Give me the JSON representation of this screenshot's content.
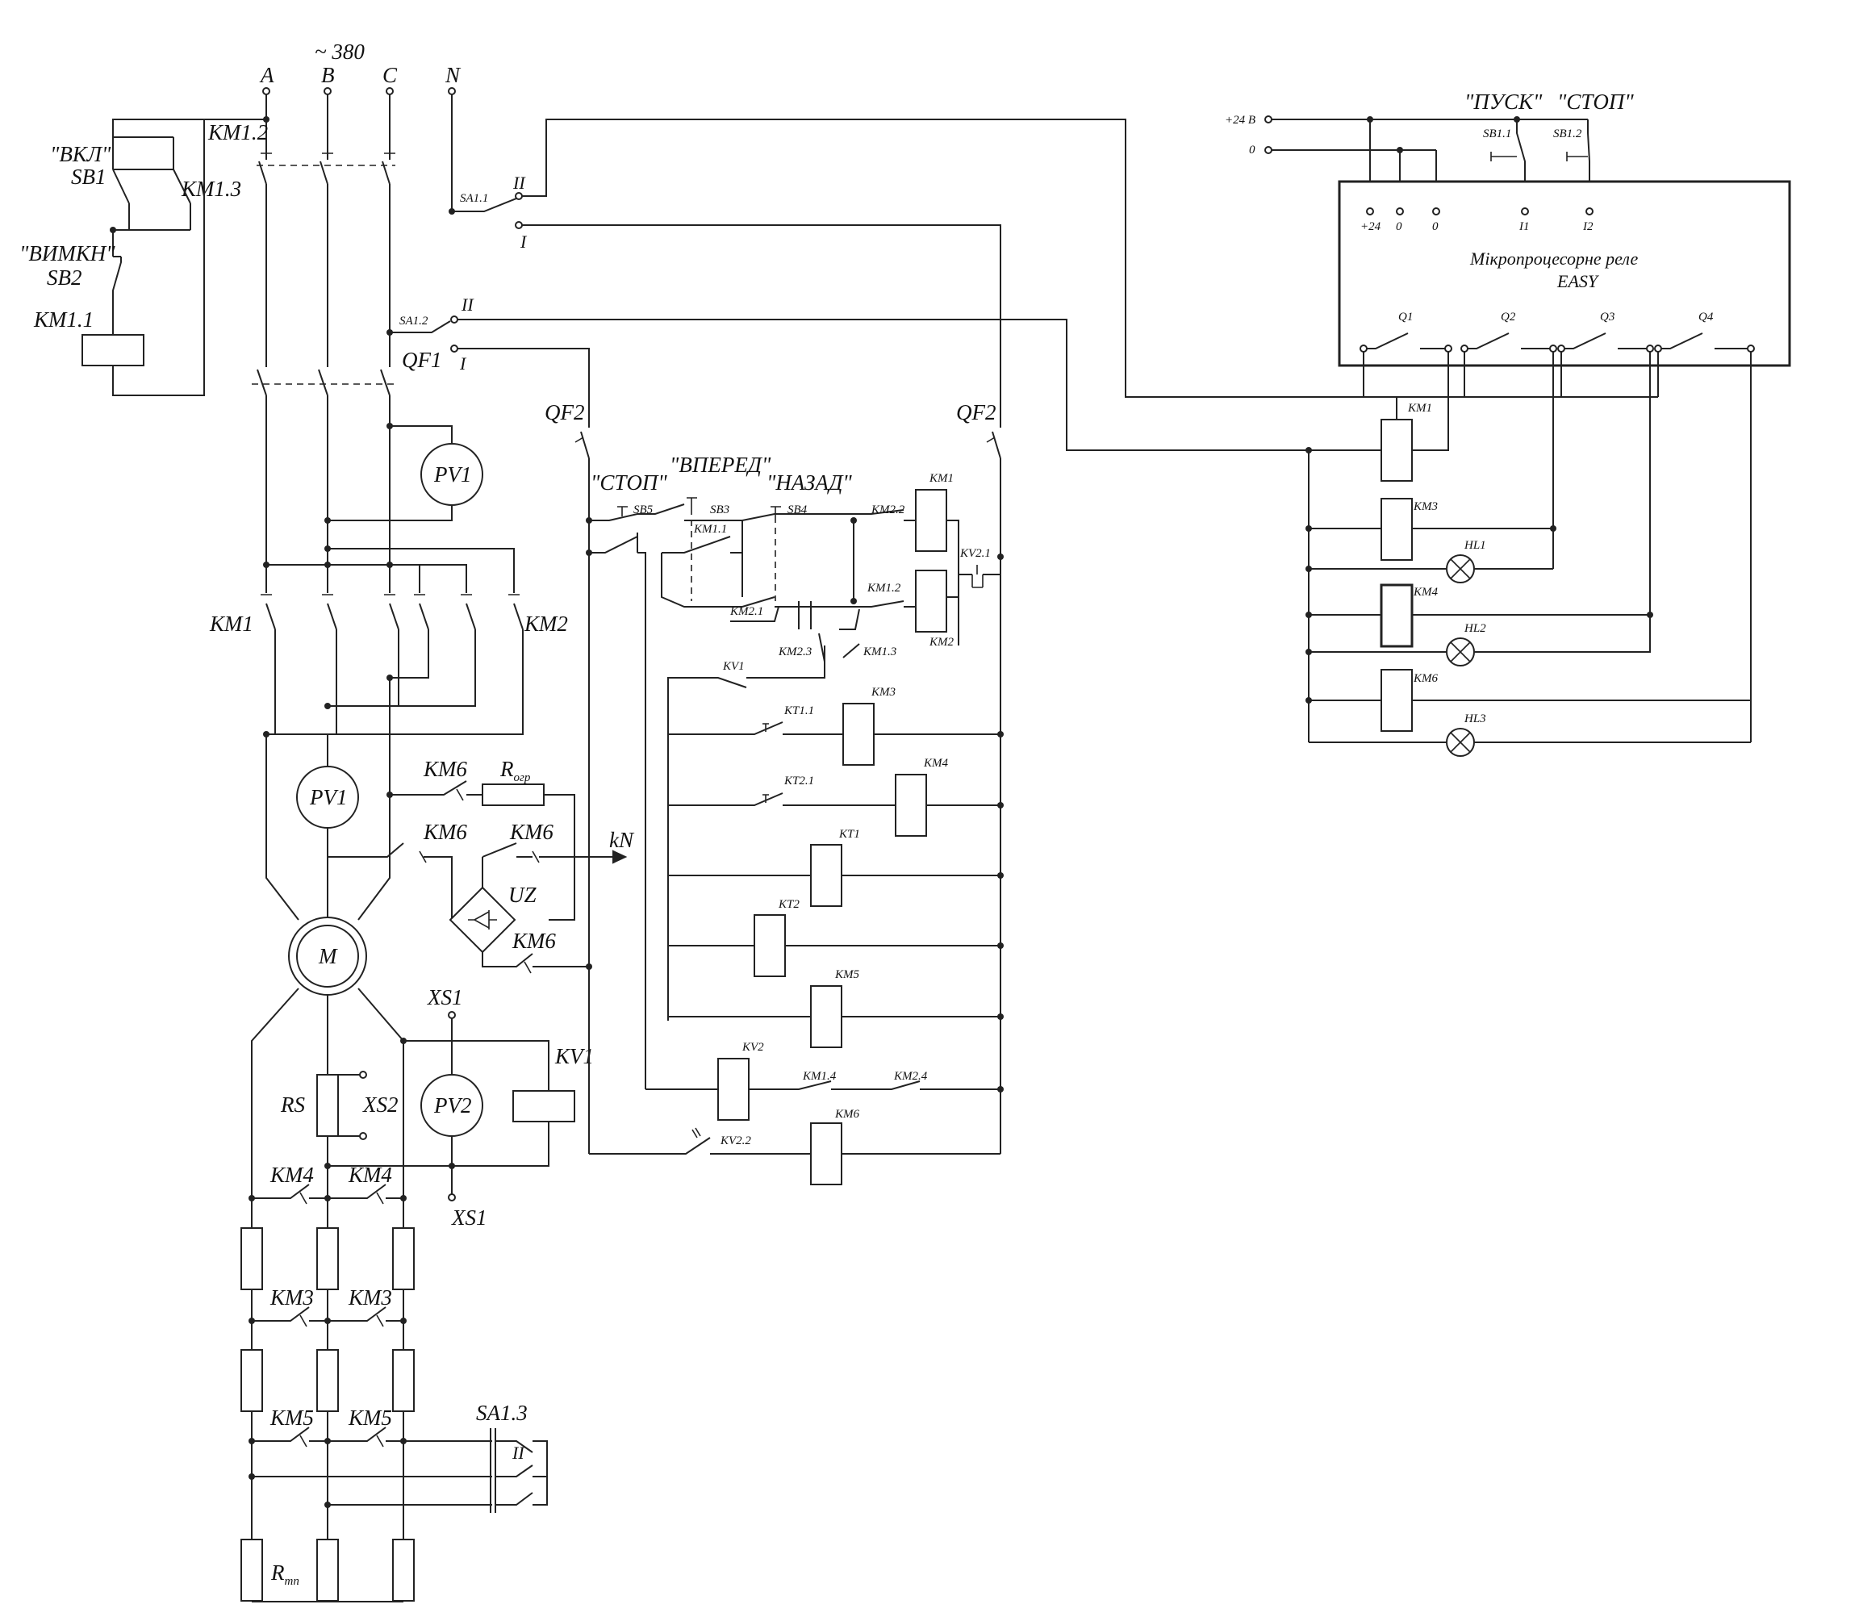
{
  "supply": {
    "voltage": "~ 380",
    "phases": [
      "A",
      "B",
      "C",
      "N"
    ]
  },
  "power_circuit": {
    "km1_2": "КМ1.2",
    "qf1": "QF1",
    "sa1_1": "SA1.1",
    "sa1_2": "SA1.2",
    "pos1": "I",
    "pos2": "II",
    "km1": "КМ1",
    "km2": "КМ2",
    "pv1_top": "PV1",
    "pv1_mid": "PV1",
    "motor": "M",
    "km6_a": "КМ6",
    "km6_b": "КМ6",
    "km6_c": "КМ6",
    "km6_d": "КМ6",
    "r_ogr_main": "R",
    "r_ogr_sub": "огр",
    "uz": "UZ",
    "kn": "kN",
    "xs1_top": "XS1",
    "xs1_bottom": "XS1",
    "xs2": "XS2",
    "rs": "RS",
    "pv2": "PV2",
    "kv1": "KV1",
    "km4_a": "КМ4",
    "km4_b": "КМ4",
    "km3_a": "КМ3",
    "km3_b": "КМ3",
    "km5_a": "КМ5",
    "km5_b": "КМ5",
    "sa1_3": "SA1.3",
    "r_tp_main": "R",
    "r_tp_sub": "тп"
  },
  "start_circuit": {
    "vkl": "\"ВКЛ\"",
    "sb1": "SB1",
    "km1_3": "КМ1.3",
    "vymkn": "\"ВИМКН\"",
    "sb2": "SB2",
    "km1_1": "КМ1.1"
  },
  "control_circuit": {
    "qf2_left": "QF2",
    "qf2_right": "QF2",
    "stop": "\"СТОП\"",
    "vpered": "\"ВПЕРЕД\"",
    "nazad": "\"НАЗАД\"",
    "sb5": "SB5",
    "sb3": "SB3",
    "sb4": "SB4",
    "km1_1": "KM1.1",
    "km2_2": "KM2.2",
    "km1": "KM1",
    "kv2_1": "KV2.1",
    "km2_1": "KM2.1",
    "km1_2": "KM1.2",
    "km2": "KM2",
    "km2_3": "KM2.3",
    "km1_3": "KM1.3",
    "kv1": "KV1",
    "kt1_1": "KT1.1",
    "km3": "KM3",
    "kt2_1": "KT2.1",
    "km4": "KM4",
    "kt1": "KT1",
    "kt2": "KT2",
    "km5": "KM5",
    "kv2": "KV2",
    "km1_4": "KM1.4",
    "km2_4": "KM2.4",
    "kv2_2": "KV2.2",
    "km6": "KM6"
  },
  "easy_relay": {
    "v24": "+24 В",
    "zero": "0",
    "pusk": "\"ПУСК\"",
    "stop": "\"СТОП\"",
    "sb1_1": "SB1.1",
    "sb1_2": "SB1.2",
    "term_24": "+24",
    "term_0a": "0",
    "term_0b": "0",
    "term_i1": "I1",
    "term_i2": "I2",
    "title_line1": "Мікропроцесорне реле",
    "title_line2": "EASY",
    "q1": "Q1",
    "q2": "Q2",
    "q3": "Q3",
    "q4": "Q4",
    "km1": "KM1",
    "km3": "KM3",
    "hl1": "HL1",
    "km4": "KM4",
    "hl2": "HL2",
    "km6": "KM6",
    "hl3": "HL3"
  }
}
